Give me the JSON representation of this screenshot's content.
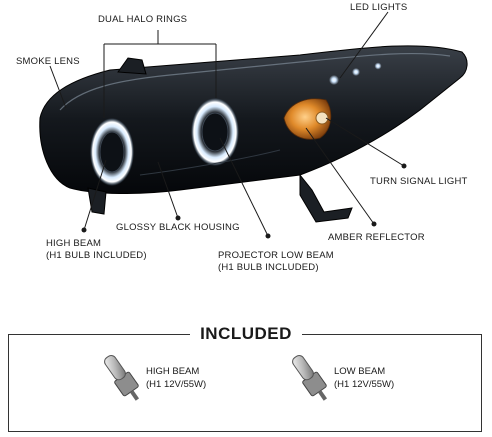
{
  "callouts": {
    "dual_halo_rings": "DUAL HALO RINGS",
    "led_lights": "LED LIGHTS",
    "smoke_lens": "SMOKE LENS",
    "turn_signal_light": "TURN SIGNAL LIGHT",
    "glossy_black_housing": "GLOSSY BLACK HOUSING",
    "amber_reflector": "AMBER REFLECTOR",
    "high_beam_line1": "HIGH BEAM",
    "high_beam_line2": "(H1 BULB INCLUDED)",
    "projector_low_beam_line1": "PROJECTOR LOW BEAM",
    "projector_low_beam_line2": "(H1 BULB INCLUDED)"
  },
  "included": {
    "title": "INCLUDED",
    "bulbs": [
      {
        "line1": "HIGH BEAM",
        "line2": "(H1 12V/55W)"
      },
      {
        "line1": "LOW BEAM",
        "line2": "(H1 12V/55W)"
      }
    ]
  },
  "colors": {
    "housing": "#111418",
    "lens_smoke": "#2a2f36",
    "amber": "#d98a2a",
    "halo": "#e8f4ff",
    "leader_line": "#1a1a1a"
  }
}
